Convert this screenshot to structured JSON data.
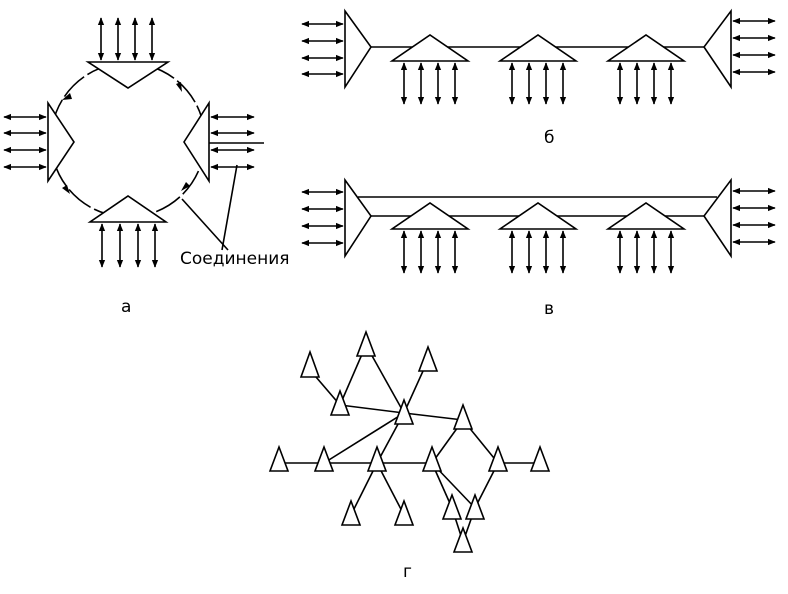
{
  "diagram": {
    "label_connections": "Соединения",
    "panel_a_label": "а",
    "panel_b_label": "б",
    "panel_v_label": "в",
    "panel_g_label": "г"
  }
}
